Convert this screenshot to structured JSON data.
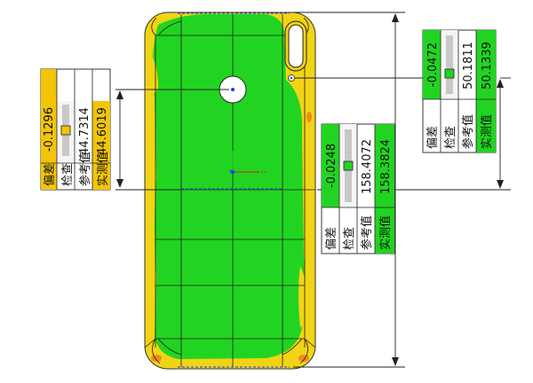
{
  "colors": {
    "in_tolerance": "#22d422",
    "warning": "#f2d416",
    "deviation_cell": "#f2c40a",
    "background": "#ffffff",
    "outline": "#222222"
  },
  "row_labels": {
    "deviation": "偏差",
    "check": "检查",
    "reference": "参考值",
    "measured": "实测值"
  },
  "callouts": [
    {
      "id": "left",
      "deviation": "-0.1296",
      "check_state": "warning",
      "reference": "44.7314",
      "measured": "44.6019"
    },
    {
      "id": "center",
      "deviation": "-0.0248",
      "check_state": "pass",
      "reference": "158.4072",
      "measured": "158.3824"
    },
    {
      "id": "right",
      "deviation": "-0.0472",
      "check_state": "pass",
      "reference": "50.1811",
      "measured": "50.1339"
    }
  ]
}
